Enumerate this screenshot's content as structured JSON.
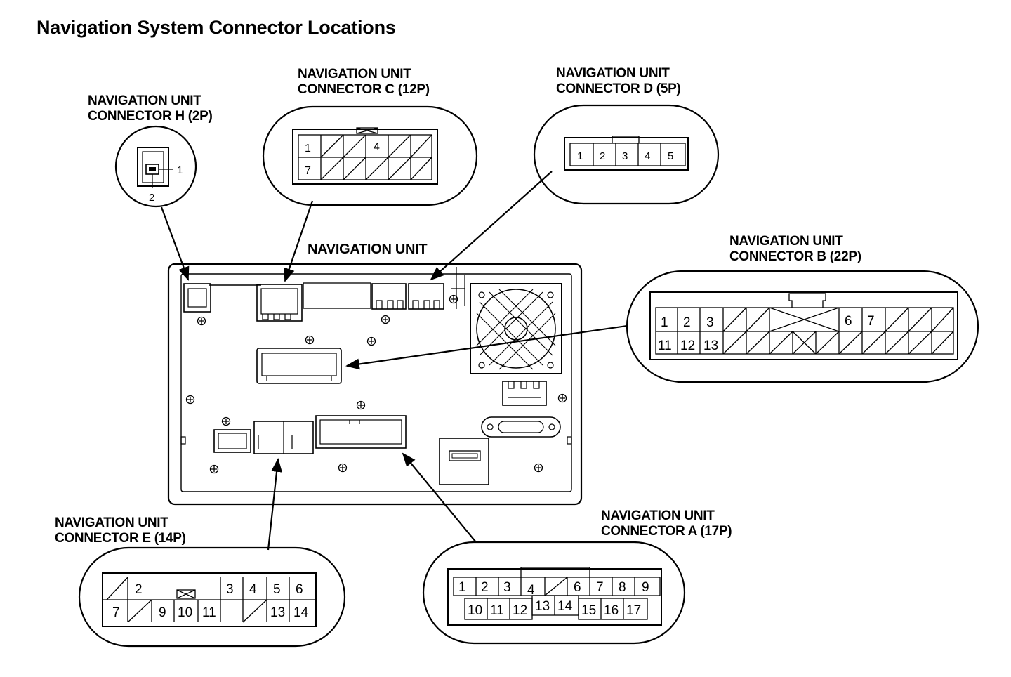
{
  "title": "Navigation System Connector Locations",
  "unit_label": "NAVIGATION UNIT",
  "colors": {
    "ink": "#000000",
    "paper": "#ffffff"
  },
  "connectors": {
    "h": {
      "line1": "NAVIGATION UNIT",
      "line2": "CONNECTOR H (2P)",
      "pins": [
        "1",
        "2"
      ]
    },
    "c": {
      "line1": "NAVIGATION UNIT",
      "line2": "CONNECTOR C (12P)",
      "pins": [
        "1",
        "4",
        "7"
      ]
    },
    "d": {
      "line1": "NAVIGATION UNIT",
      "line2": "CONNECTOR D (5P)",
      "pins": [
        "1",
        "2",
        "3",
        "4",
        "5"
      ]
    },
    "b": {
      "line1": "NAVIGATION UNIT",
      "line2": "CONNECTOR B (22P)",
      "pins_top": [
        "1",
        "2",
        "3",
        "6",
        "7"
      ],
      "pins_bottom": [
        "11",
        "12",
        "13"
      ]
    },
    "e": {
      "line1": "NAVIGATION UNIT",
      "line2": "CONNECTOR E (14P)",
      "pins_top": [
        "2",
        "3",
        "4",
        "5",
        "6"
      ],
      "pins_bottom": [
        "7",
        "9",
        "10",
        "11",
        "13",
        "14"
      ]
    },
    "a": {
      "line1": "NAVIGATION UNIT",
      "line2": "CONNECTOR A (17P)",
      "pins_top": [
        "1",
        "2",
        "3",
        "4",
        "6",
        "7",
        "8",
        "9"
      ],
      "pins_bottom": [
        "10",
        "11",
        "12",
        "13",
        "14",
        "15",
        "16",
        "17"
      ]
    }
  }
}
